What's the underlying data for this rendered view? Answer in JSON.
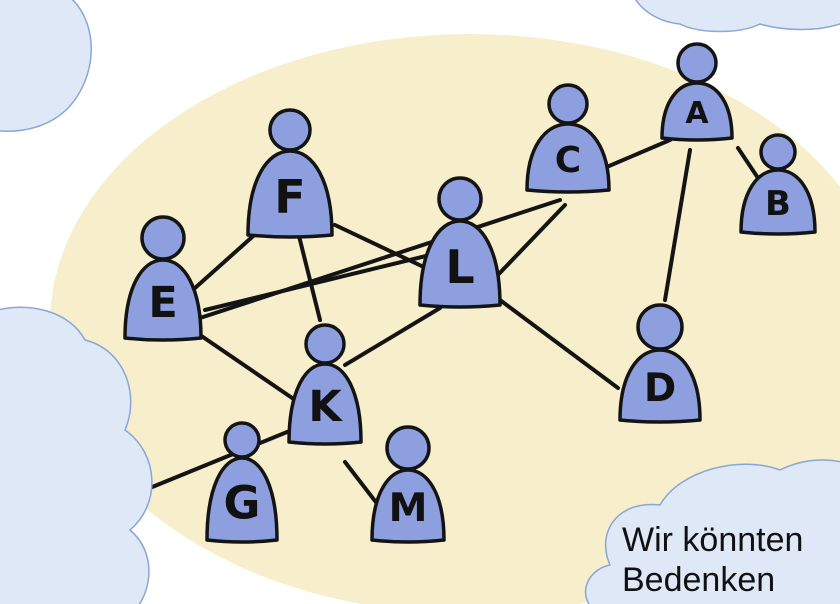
{
  "colors": {
    "page_bg": "#ffffff",
    "oval_fill": "#f7eecb",
    "node_fill": "#8e9fe0",
    "outline": "#141414",
    "cloud_fill": "#dfe8f6",
    "cloud_stroke": "#8aa6d6"
  },
  "nodes": [
    {
      "id": "A",
      "label": "A"
    },
    {
      "id": "B",
      "label": "B"
    },
    {
      "id": "C",
      "label": "C"
    },
    {
      "id": "D",
      "label": "D"
    },
    {
      "id": "E",
      "label": "E"
    },
    {
      "id": "F",
      "label": "F"
    },
    {
      "id": "G",
      "label": "G"
    },
    {
      "id": "K",
      "label": "K"
    },
    {
      "id": "L",
      "label": "L"
    },
    {
      "id": "M",
      "label": "M"
    }
  ],
  "edges": [
    [
      "C",
      "A"
    ],
    [
      "A",
      "B"
    ],
    [
      "A",
      "D"
    ],
    [
      "C",
      "E"
    ],
    [
      "C",
      "L"
    ],
    [
      "E",
      "F"
    ],
    [
      "E",
      "L"
    ],
    [
      "E",
      "K"
    ],
    [
      "F",
      "K"
    ],
    [
      "F",
      "L"
    ],
    [
      "L",
      "D"
    ],
    [
      "L",
      "K"
    ],
    [
      "K",
      "G"
    ],
    [
      "K",
      "M"
    ]
  ],
  "cloud_text": {
    "line1": "Wir könnten",
    "line2": "Bedenken"
  }
}
